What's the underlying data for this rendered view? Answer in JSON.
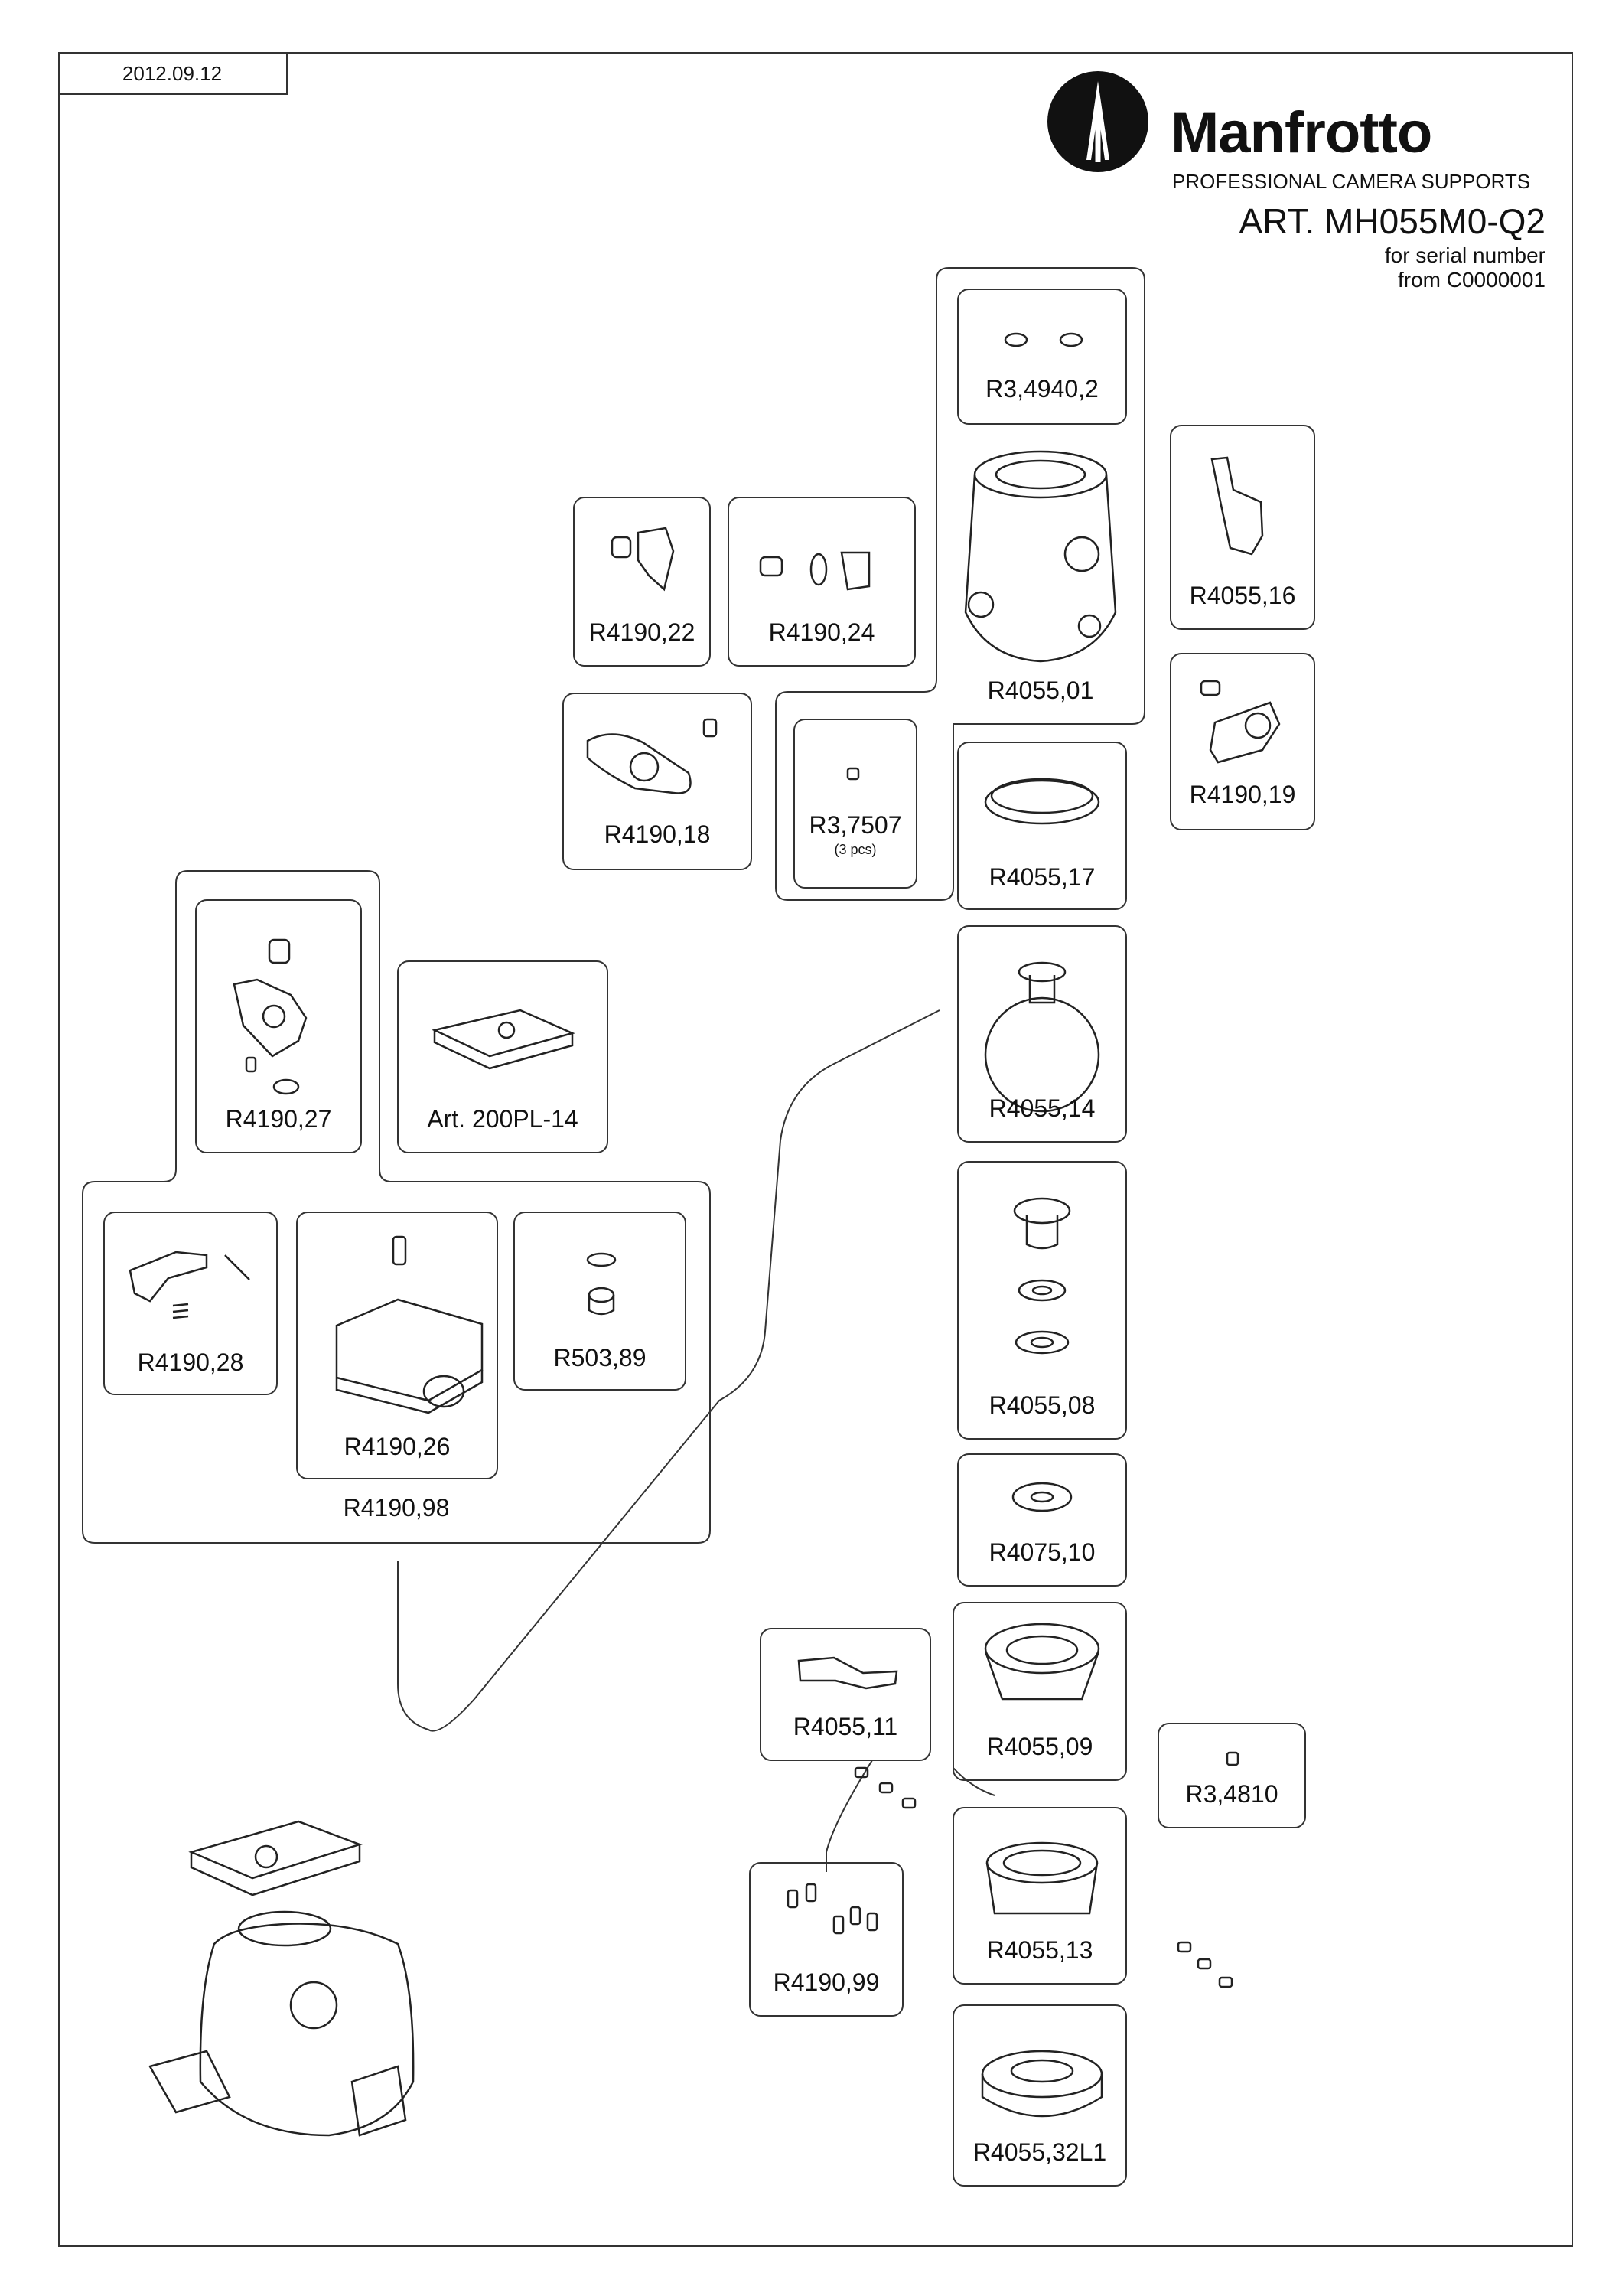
{
  "header": {
    "date": "2012.09.12",
    "brand": "Manfrotto",
    "tagline": "PROFESSIONAL CAMERA SUPPORTS",
    "article": "ART. MH055M0-Q2",
    "serial_line1": "for serial number",
    "serial_line2": "from C0000001"
  },
  "parts": [
    {
      "code": "R3,4940,2"
    },
    {
      "code": "R4055,16"
    },
    {
      "code": "R4190,22"
    },
    {
      "code": "R4190,24"
    },
    {
      "code": "R4055,01"
    },
    {
      "code": "R4190,18"
    },
    {
      "code": "R3,7507",
      "note": "(3 pcs)"
    },
    {
      "code": "R4055,17"
    },
    {
      "code": "R4190,19"
    },
    {
      "code": "R4190,27"
    },
    {
      "code": "Art. 200PL-14"
    },
    {
      "code": "R4055,14"
    },
    {
      "code": "R4190,28"
    },
    {
      "code": "R4190,26"
    },
    {
      "code": "R503,89"
    },
    {
      "code": "R4190,98"
    },
    {
      "code": "R4055,08"
    },
    {
      "code": "R4075,10"
    },
    {
      "code": "R4055,11"
    },
    {
      "code": "R4055,09"
    },
    {
      "code": "R3,4810"
    },
    {
      "code": "R4190,99"
    },
    {
      "code": "R4055,13"
    },
    {
      "code": "R4055,32L1"
    }
  ],
  "icons": {
    "logo": "manfrotto-tripod-logo-icon"
  }
}
